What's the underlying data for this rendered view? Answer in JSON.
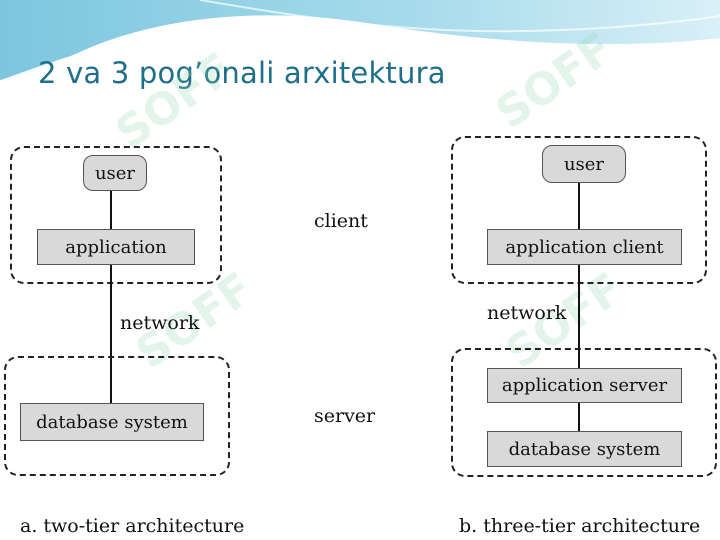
{
  "title": "2 va 3 pog’onali arxitektura",
  "watermark_text": "SOFF",
  "colors": {
    "title": "#1f6f8b",
    "box_fill": "#d9d9d9",
    "header_wave": "#5fb8d6"
  },
  "two_tier": {
    "user": "user",
    "application": "application",
    "network": "network",
    "database": "database system",
    "caption": "a.  two-tier architecture"
  },
  "middle": {
    "client": "client",
    "server": "server"
  },
  "three_tier": {
    "user": "user",
    "app_client": "application client",
    "network": "network",
    "app_server": "application server",
    "database": "database system",
    "caption": "b.  three-tier architecture"
  }
}
